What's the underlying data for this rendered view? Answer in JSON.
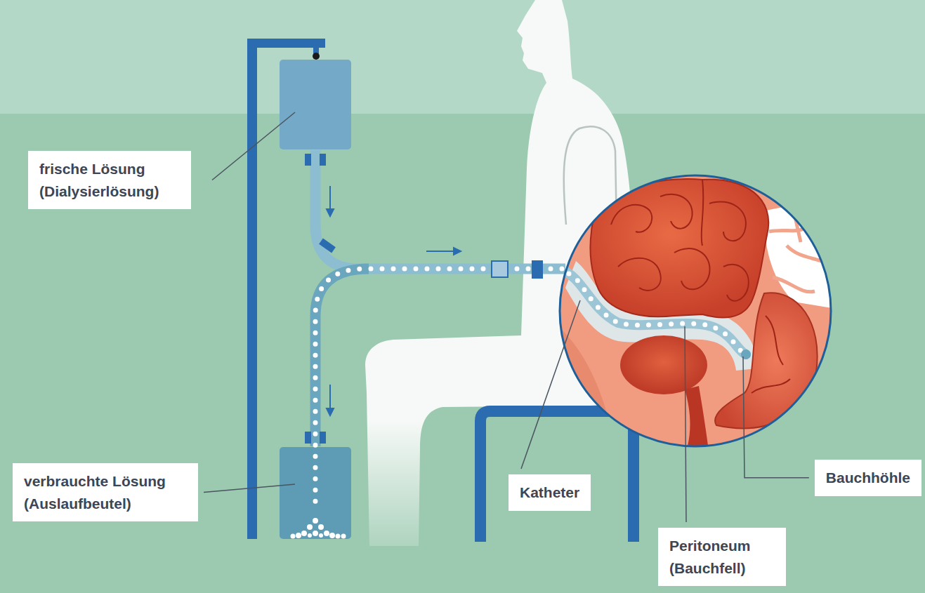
{
  "diagram": {
    "nodes": [
      {
        "text": [
          "frische Lösung (Dialysierlösung)"
        ]
      },
      {
        "text": [
          "verbrauchte Lösung (Auslaufbeutel)"
        ]
      },
      {
        "text": [
          "Katheter"
        ]
      },
      {
        "text": [
          "Peritoneum (Bauchfell)"
        ]
      },
      {
        "text": [
          "Bauchhöhle"
        ]
      }
    ]
  }
}
